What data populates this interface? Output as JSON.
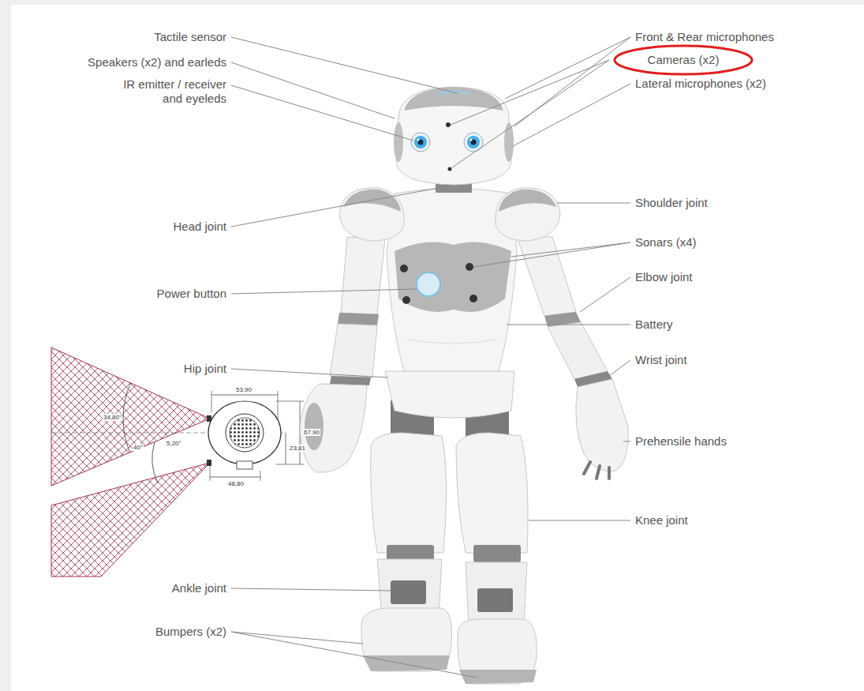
{
  "diagram": {
    "nodes": [
      {
        "text": [
          "Cameras (x2)"
        ]
      }
    ],
    "labels": [
      "Tactile sensor",
      "Speakers (x2) and earleds",
      "IR emitter / receiver and eyeleds",
      "Head joint",
      "Power button",
      "Hip joint",
      "Ankle joint",
      "Bumpers (x2)",
      "Front & Rear microphones",
      "Lateral microphones (x2)",
      "Shoulder joint",
      "Sonars (x4)",
      "Elbow joint",
      "Battery",
      "Wrist joint",
      "Prehensile hands",
      "Knee joint",
      "53,90",
      "34,80°",
      "5,20°",
      "40°",
      "67,90",
      "23,81",
      "48,80"
    ]
  }
}
